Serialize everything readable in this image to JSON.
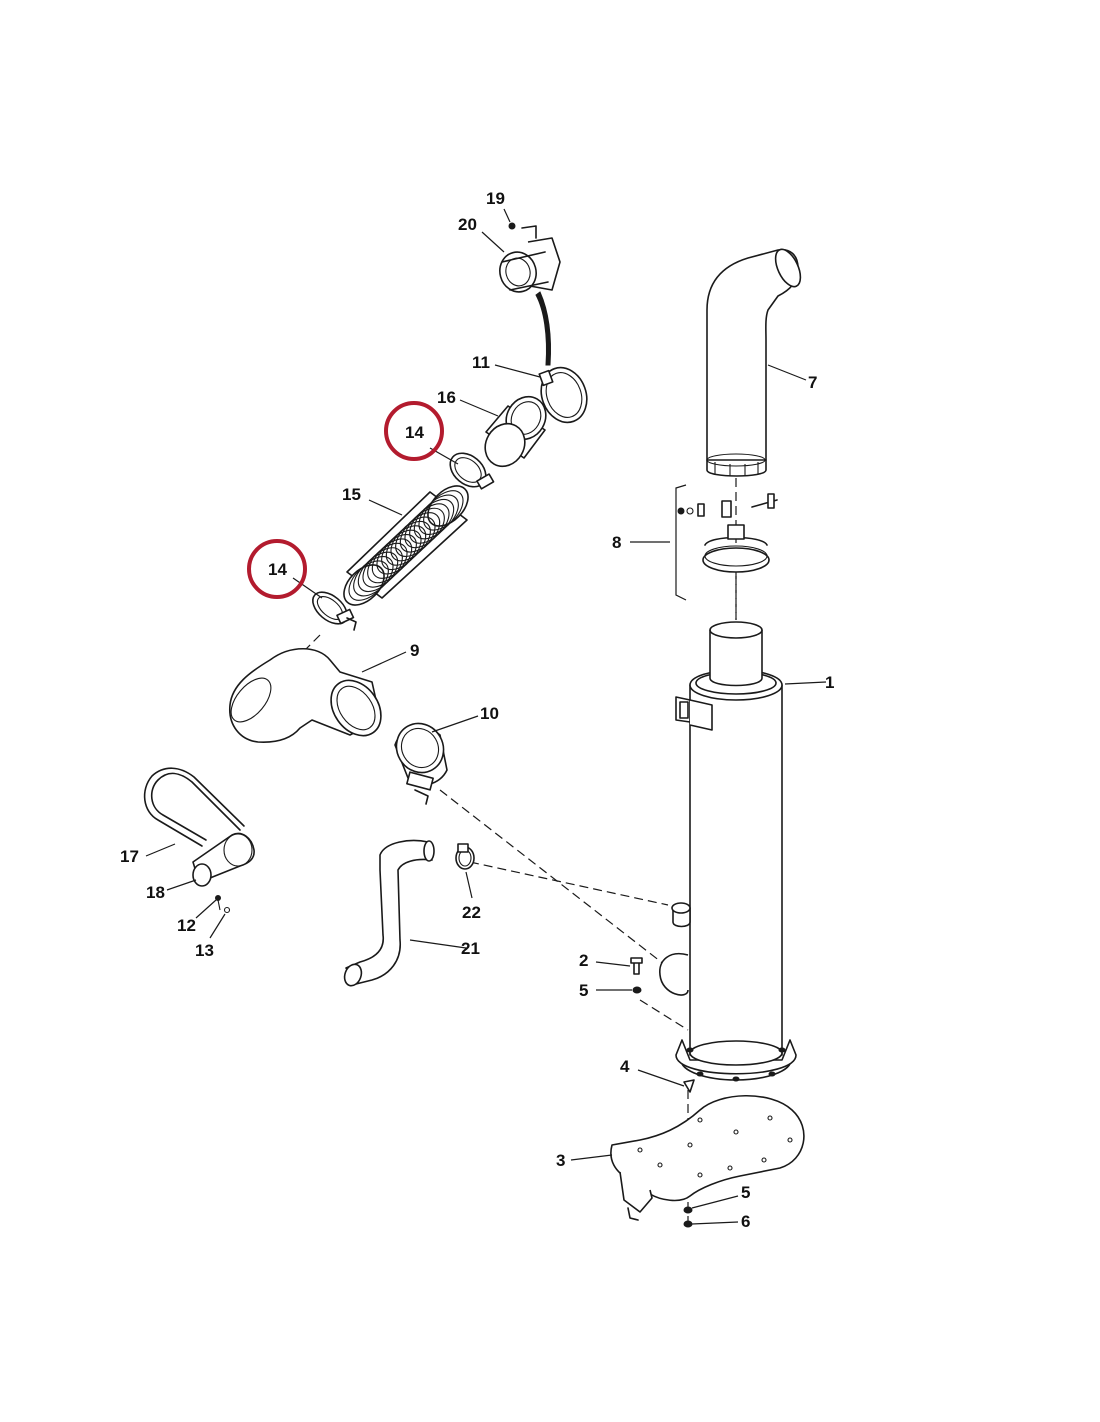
{
  "callouts": {
    "c1": "1",
    "c2": "2",
    "c3": "3",
    "c4": "4",
    "c5a": "5",
    "c5b": "5",
    "c6": "6",
    "c7": "7",
    "c8": "8",
    "c9": "9",
    "c10": "10",
    "c11": "11",
    "c12": "12",
    "c13": "13",
    "c14a": "14",
    "c14b": "14",
    "c15": "15",
    "c16": "16",
    "c17": "17",
    "c18": "18",
    "c19": "19",
    "c20": "20",
    "c21": "21",
    "c22": "22"
  },
  "highlight": {
    "color": "#b31b2e",
    "parts": [
      "14"
    ]
  },
  "colors": {
    "line": "#1a1a1a",
    "background": "#ffffff"
  }
}
